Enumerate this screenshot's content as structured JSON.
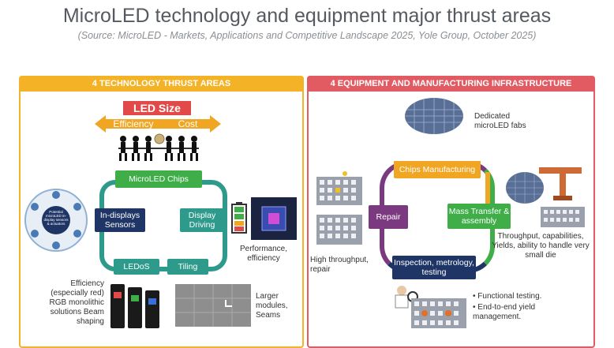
{
  "title": "MicroLED technology and equipment major thrust areas",
  "source": "(Source: MicroLED - Markets, Applications and Competitive Landscape 2025, Yole Group, October 2025)",
  "left_panel": {
    "header": "4 TECHNOLOGY THRUST AREAS",
    "led_size": "LED Size",
    "efficiency": "Efficiency",
    "cost": "Cost",
    "boxes": {
      "chips": "MicroLED Chips",
      "sensors": "In-displays Sensors",
      "driving": "Display Driving",
      "ledos": "LEDoS",
      "tiling": "Tiling"
    },
    "circle_center": "Potential microLED in-display sensors & actuators",
    "labels": {
      "performance": "Performance, efficiency",
      "efficiency_rgb": "Efficiency (especially red) RGB monolithic solutions Beam shaping",
      "larger": "Larger modules, Seams"
    }
  },
  "right_panel": {
    "header": "4 EQUIPMENT AND MANUFACTURING INFRASTRUCTURE",
    "labels": {
      "fabs": "Dedicated microLED fabs",
      "high_throughput": "High throughput, repair",
      "throughput": "Throughput, capabilities, Yields, ability to handle very small die"
    },
    "boxes": {
      "chips_mfg": "Chips Manufacturing",
      "repair": "Repair",
      "mass_transfer": "Mass Transfer & assembly",
      "inspection": "Inspection, metrology, testing"
    },
    "bullets": [
      "Functional testing.",
      "End-to-end yield management."
    ]
  },
  "colors": {
    "left_accent": "#f4b226",
    "right_accent": "#e25b63",
    "green": "#3fae49",
    "teal": "#2e9a8c",
    "navy": "#1e3566",
    "purple": "#7b3a7f",
    "orange": "#f0a623",
    "led_size_red": "#e24a4a"
  },
  "icons": [
    "tug-of-war-icon",
    "battery-icon",
    "chip-icon",
    "wafer-icon",
    "robot-arm-icon",
    "inspector-icon",
    "display-panel-icon"
  ]
}
